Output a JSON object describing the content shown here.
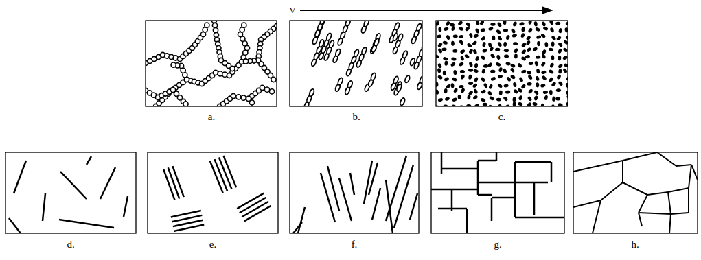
{
  "diagram": {
    "labels": [
      "V",
      "a.",
      "b.",
      "c.",
      "d.",
      "e.",
      "f.",
      "g.",
      "h."
    ]
  }
}
